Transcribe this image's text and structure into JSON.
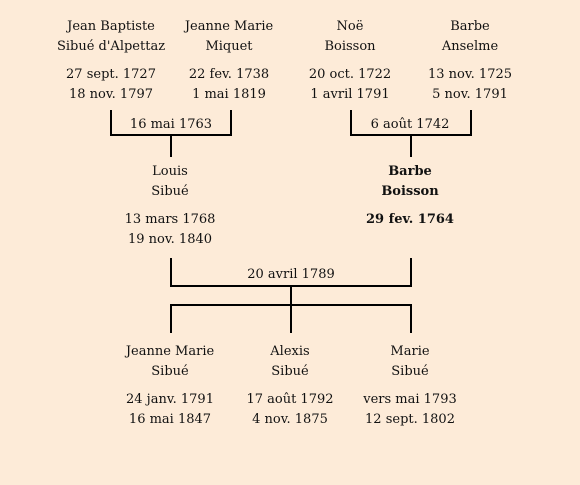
{
  "grandparents": [
    {
      "name1": "Jean Baptiste",
      "name2": "Sibué d'Alpettaz",
      "birth": "27 sept. 1727",
      "death": "18 nov. 1797"
    },
    {
      "name1": "Jeanne Marie",
      "name2": "Miquet",
      "birth": "22 fev. 1738",
      "death": "1 mai 1819"
    },
    {
      "name1": "Noë",
      "name2": "Boisson",
      "birth": "20 oct. 1722",
      "death": "1 avril 1791"
    },
    {
      "name1": "Barbe",
      "name2": "Anselme",
      "birth": "13 nov. 1725",
      "death": "5 nov. 1791"
    }
  ],
  "marriages": {
    "left": "16 mai 1763",
    "right": "6 août 1742",
    "center": "20 avril 1789"
  },
  "parents": [
    {
      "name1": "Louis",
      "name2": "Sibué",
      "birth": "13 mars 1768",
      "death": "19 nov. 1840"
    },
    {
      "name1": "Barbe",
      "name2": "Boisson",
      "birth": "29 fev. 1764",
      "death": ""
    }
  ],
  "children": [
    {
      "name1": "Jeanne Marie",
      "name2": "Sibué",
      "birth": "24 janv. 1791",
      "death": "16 mai 1847"
    },
    {
      "name1": "Alexis",
      "name2": "Sibué",
      "birth": "17 août 1792",
      "death": "4 nov. 1875"
    },
    {
      "name1": "Marie",
      "name2": "Sibué",
      "birth": "vers mai 1793",
      "death": "12 sept. 1802"
    }
  ]
}
